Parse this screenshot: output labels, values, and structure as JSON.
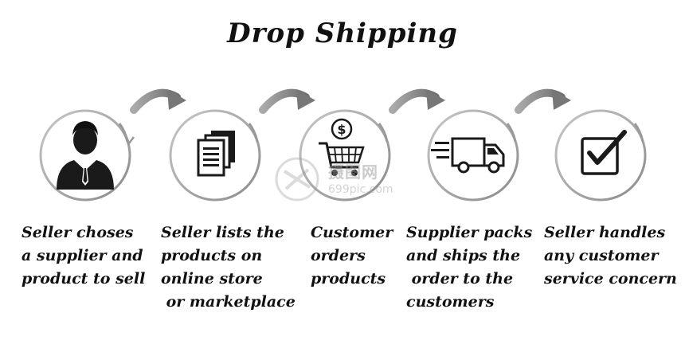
{
  "title": "Drop Shipping",
  "steps": [
    {
      "icon": "businessman-icon",
      "label": "Seller choses\na supplier and\nproduct to sell"
    },
    {
      "icon": "documents-icon",
      "label": "Seller lists the\nproducts on\nonline store\n or marketplace"
    },
    {
      "icon": "shopping-cart-dollar-icon",
      "label": "Customer\norders\nproducts"
    },
    {
      "icon": "delivery-truck-icon",
      "label": "Supplier packs\nand ships the\n order to the\ncustomers"
    },
    {
      "icon": "checkbox-checked-icon",
      "label": "Seller handles\nany customer\nservice concern"
    }
  ],
  "watermark": {
    "text": "摄图网",
    "sub": "699pic.com"
  },
  "colors": {
    "circle_stroke": "#999999",
    "arrow": "#8a8a8a",
    "icon": "#1a1a1a"
  }
}
